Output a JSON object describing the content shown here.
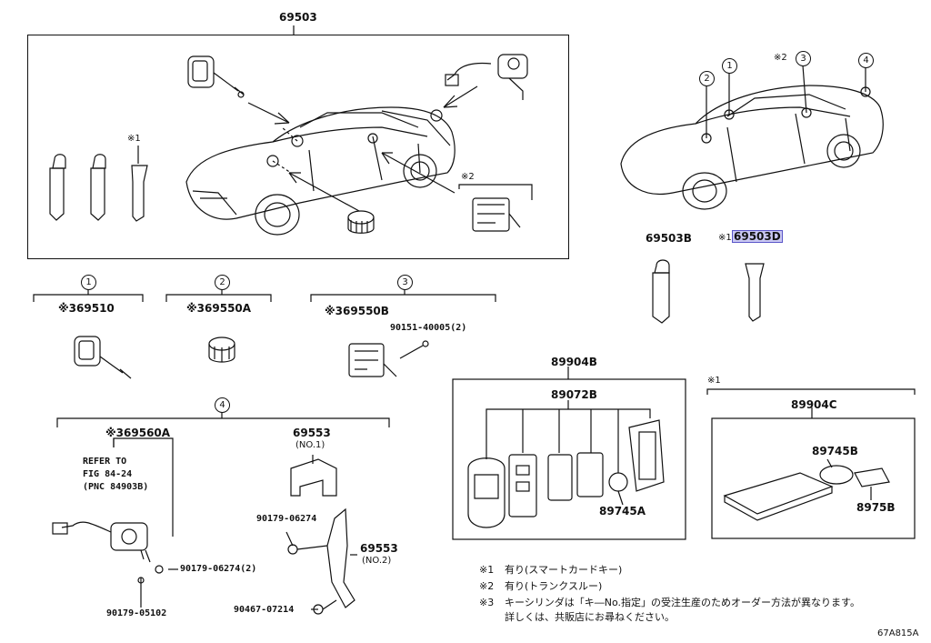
{
  "main_assembly": {
    "part_no": "69503",
    "note_mark_1": "※1",
    "note_mark_2": "※2"
  },
  "car_right": {
    "callouts": [
      "1",
      "2",
      "3",
      "4"
    ],
    "note_mark": "※2"
  },
  "group1": {
    "circle": "1",
    "part": "※369510"
  },
  "group2": {
    "circle": "2",
    "part": "※369550A"
  },
  "group3": {
    "circle": "3",
    "part": "※369550B",
    "bolt": "90151-40005(2)"
  },
  "group4": {
    "circle": "4",
    "cylinder_part": "※369560A",
    "refer_line1": "REFER TO",
    "refer_line2": "FIG 84-24",
    "refer_line3": "(PNC 84903B)",
    "screw_a": "90179-06274(2)",
    "screw_b": "90179-05102",
    "bracket1_part": "69553",
    "bracket1_sub": "(NO.1)",
    "bolt_c": "90179-06274",
    "bracket2_part": "69553",
    "bracket2_sub": "(NO.2)",
    "bolt_d": "90467-07214"
  },
  "keys": {
    "key_b": "69503B",
    "key_d_mark": "※1",
    "key_d": "69503D"
  },
  "transmitter": {
    "outer": "89904B",
    "inner": "89072B",
    "battery": "89745A"
  },
  "card_key": {
    "mark": "※1",
    "part": "89904C",
    "battery": "89745B",
    "insert": "8975B"
  },
  "notes": [
    {
      "mark": "※1",
      "text": "有り(スマートカードキー)"
    },
    {
      "mark": "※2",
      "text": "有り(トランクスルー)"
    },
    {
      "mark": "※3",
      "text": "キーシリンダは「キ―No.指定」の受注生産のためオーダー方法が異なります。"
    },
    {
      "mark": "",
      "text": "詳しくは、共販店にお尋ねください。"
    }
  ],
  "figure_id": "67A815A"
}
